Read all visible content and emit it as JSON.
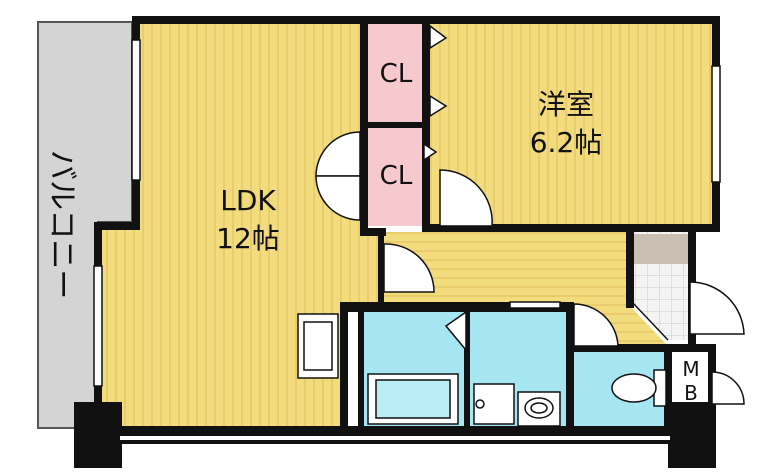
{
  "rooms": {
    "ldk": {
      "name": "LDK",
      "size": "12帖"
    },
    "western": {
      "name": "洋室",
      "size": "6.2帖"
    },
    "closet_upper": {
      "label": "CL"
    },
    "closet_lower": {
      "label": "CL"
    },
    "balcony": {
      "label": "バルコニー"
    },
    "meter_box": {
      "label_top": "M",
      "label_bottom": "B"
    }
  },
  "colors": {
    "floor_wood": "#f3dc7e",
    "floor_stripe": "#d9b95a",
    "closet": "#f6c9cf",
    "wet_area": "#a6e6f2",
    "balcony": "#d4d4d4",
    "wall": "#111111",
    "tile": "#c9bfb3",
    "tile_grid": "#e6e6e6"
  }
}
